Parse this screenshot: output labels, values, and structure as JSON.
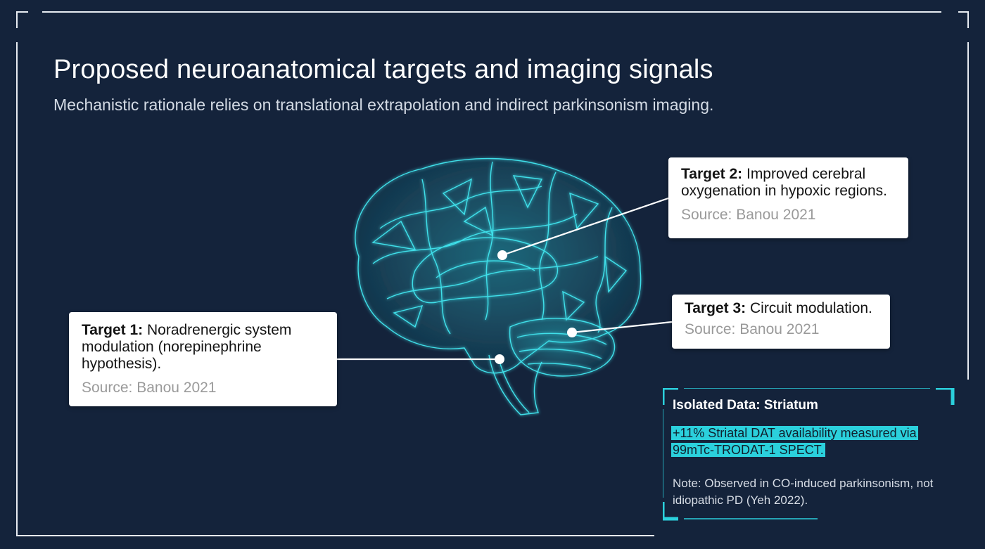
{
  "header": {
    "title": "Proposed neuroanatomical targets and imaging signals",
    "subtitle": "Mechanistic rationale relies on translational extrapolation and indirect parkinsonism imaging."
  },
  "targets": [
    {
      "label": "Target 1:",
      "text": "Noradrenergic system modulation (norepinephrine hypothesis).",
      "source": "Source: Banou 2021"
    },
    {
      "label": "Target 2:",
      "text": "Improved cerebral oxygenation in hypoxic regions.",
      "source": "Source: Banou 2021"
    },
    {
      "label": "Target 3:",
      "text": "Circuit modulation.",
      "source": "Source: Banou 2021"
    }
  ],
  "isolated_data": {
    "title": "Isolated Data: Striatum",
    "highlight": "+11% Striatal DAT availability measured via 99mTc-TRODAT-1 SPECT.",
    "note": "Note: Observed in CO-induced parkinsonism, not idiopathic PD (Yeh 2022)."
  },
  "colors": {
    "background": "#14233b",
    "accent": "#2bd0dc",
    "card": "#ffffff",
    "source_text": "#9a9a9a"
  },
  "icons": [
    "brain-wireframe-illustration"
  ]
}
